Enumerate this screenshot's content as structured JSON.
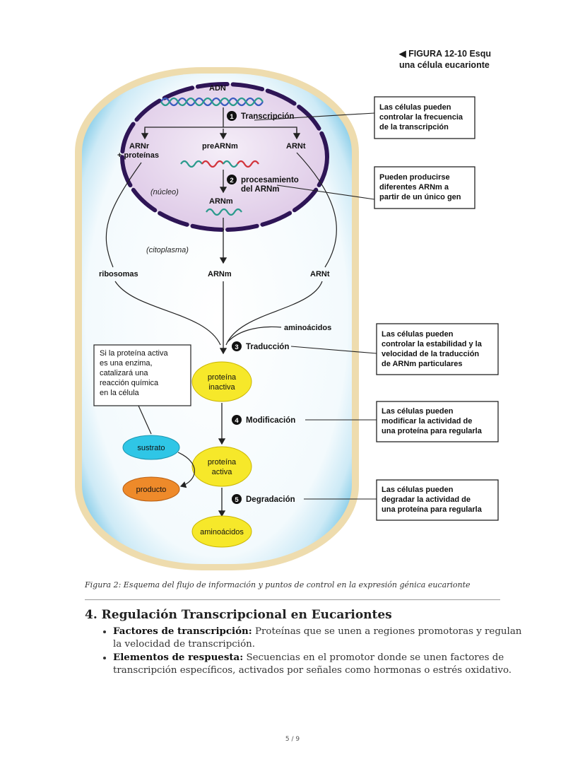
{
  "figure": {
    "header_line1": "◀ FIGURA 12-10  Esqu",
    "header_line2": "una célula eucarionte",
    "adn": "ADN",
    "step1": "Transcripción",
    "arnr_line1": "ARNr",
    "arnr_line2": "+ proteínas",
    "prearnm": "preARNm",
    "arnt_top": "ARNt",
    "step2_line1": "procesamiento",
    "step2_line2": "del ARNm",
    "nucleo": "(núcleo)",
    "arnm_nucleus": "ARNm",
    "citoplasma": "(citoplasma)",
    "ribosomas": "ribosomas",
    "arnm_cyto": "ARNm",
    "arnt_cyto": "ARNt",
    "aminoacidos_label": "aminoácidos",
    "step3": "Traducción",
    "step4": "Modificación",
    "step5": "Degradación",
    "num1": "1",
    "num2": "2",
    "num3": "3",
    "num4": "4",
    "num5": "5",
    "prot_inactiva_line1": "proteína",
    "prot_inactiva_line2": "inactiva",
    "prot_activa_line1": "proteína",
    "prot_activa_line2": "activa",
    "sustrato": "sustrato",
    "producto": "producto",
    "aminoacidos_ellipse": "aminoácidos",
    "box1": [
      "Las células pueden",
      "controlar la frecuencia",
      "de la transcripción"
    ],
    "box2": [
      "Pueden producirse",
      "diferentes ARNm a",
      "partir de un único gen"
    ],
    "box3": [
      "Las células pueden",
      "controlar la estabilidad y la",
      "velocidad de la traducción",
      "de ARNm particulares"
    ],
    "box4": [
      "Las células pueden",
      "modificar la actividad de",
      "una proteína para regularla"
    ],
    "box5": [
      "Las células pueden",
      "degradar la actividad de",
      "una proteína para regularla"
    ],
    "enzyme_note": [
      "Si la proteína activa",
      "es una enzima,",
      "catalizará una",
      "reacción química",
      "en la célula"
    ]
  },
  "caption": "Figura 2: Esquema del flujo de información y puntos de control en la expresión génica eucarionte",
  "section": {
    "title": "4. Regulación Transcripcional en Eucariontes",
    "items": [
      {
        "term": "Factores de transcripción:",
        "text": " Proteínas que se unen a regiones promotoras y regulan la velocidad de transcripción."
      },
      {
        "term": "Elementos de respuesta:",
        "text": " Secuencias en el promotor donde se unen factores de transcripción específicos, activados por señales como hormonas o estrés oxidativo."
      }
    ]
  },
  "page_number": "5 / 9",
  "colors": {
    "cell_fill": "#ffffff",
    "cell_edge": "#8fd0ea",
    "membrane": "#eedcae",
    "nucleus_fill": "#e9dcef",
    "nucleus_envelope": "#2e1556",
    "yellow": "#f6e82a",
    "cyan": "#2fc6e6",
    "orange": "#ee8a2a",
    "dna_blue": "#3b5bbf",
    "dna_red": "#d2343c",
    "dna_teal": "#2a9a8c"
  }
}
